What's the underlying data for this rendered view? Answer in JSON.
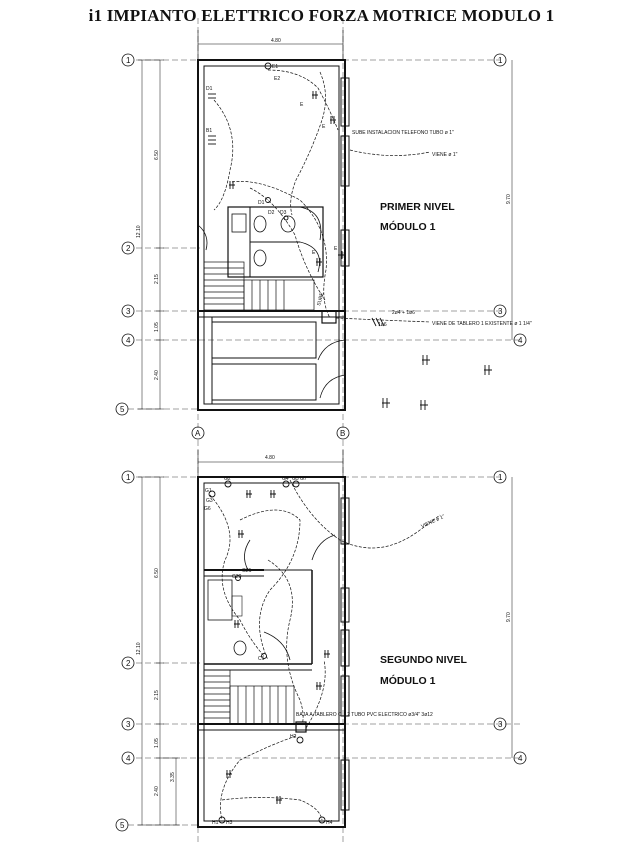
{
  "title": "i1 IMPIANTO ELETTRICO FORZA MOTRICE MODULO 1",
  "plans": [
    {
      "level": "PRIMER NIVEL",
      "module": "MÓDULO 1",
      "width_dim": "4.80",
      "side_dims": [
        "6.50",
        "12.10",
        "2.15",
        "1.05",
        "2.40"
      ],
      "right_dim": "9.70",
      "annotations": {
        "telefono": "SUBE INSTALACION TELEFONO TUBO ø 1\"",
        "viene_top": "VIENE ø 1\"",
        "tablero": "VIENE DE TABLERO 1 EXISTENTE ø 1 1/4\"",
        "sube": "SUBE",
        "circuit": "2ø4 + 1ø6",
        "circuit2": "1ø6"
      },
      "circuit_labels": [
        "E1",
        "E2",
        "E",
        "E",
        "D1",
        "B1",
        "D1",
        "D2",
        "D3",
        "E",
        "E"
      ]
    },
    {
      "level": "SEGUNDO NIVEL",
      "module": "MÓDULO 1",
      "width_dim": "4.80",
      "side_dims": [
        "6.50",
        "12.10",
        "2.15",
        "1.05",
        "2.40",
        "3.35"
      ],
      "right_dim": "9.70",
      "annotations": {
        "viene": "VIENE ø 1\"",
        "baja": "BAJA A TABLERO C... 2 TUBO PVC ELECTRICO ø3/4\" 3ø12"
      },
      "circuit_labels": [
        "G1",
        "G2",
        "G3",
        "G4",
        "G5",
        "G6",
        "G7",
        "H1",
        "H2",
        "H3",
        "H4",
        "G20",
        "G21",
        "C1"
      ]
    }
  ],
  "grid": {
    "rows": [
      "1",
      "2",
      "3",
      "4",
      "5"
    ],
    "cols": [
      "A",
      "B"
    ]
  }
}
